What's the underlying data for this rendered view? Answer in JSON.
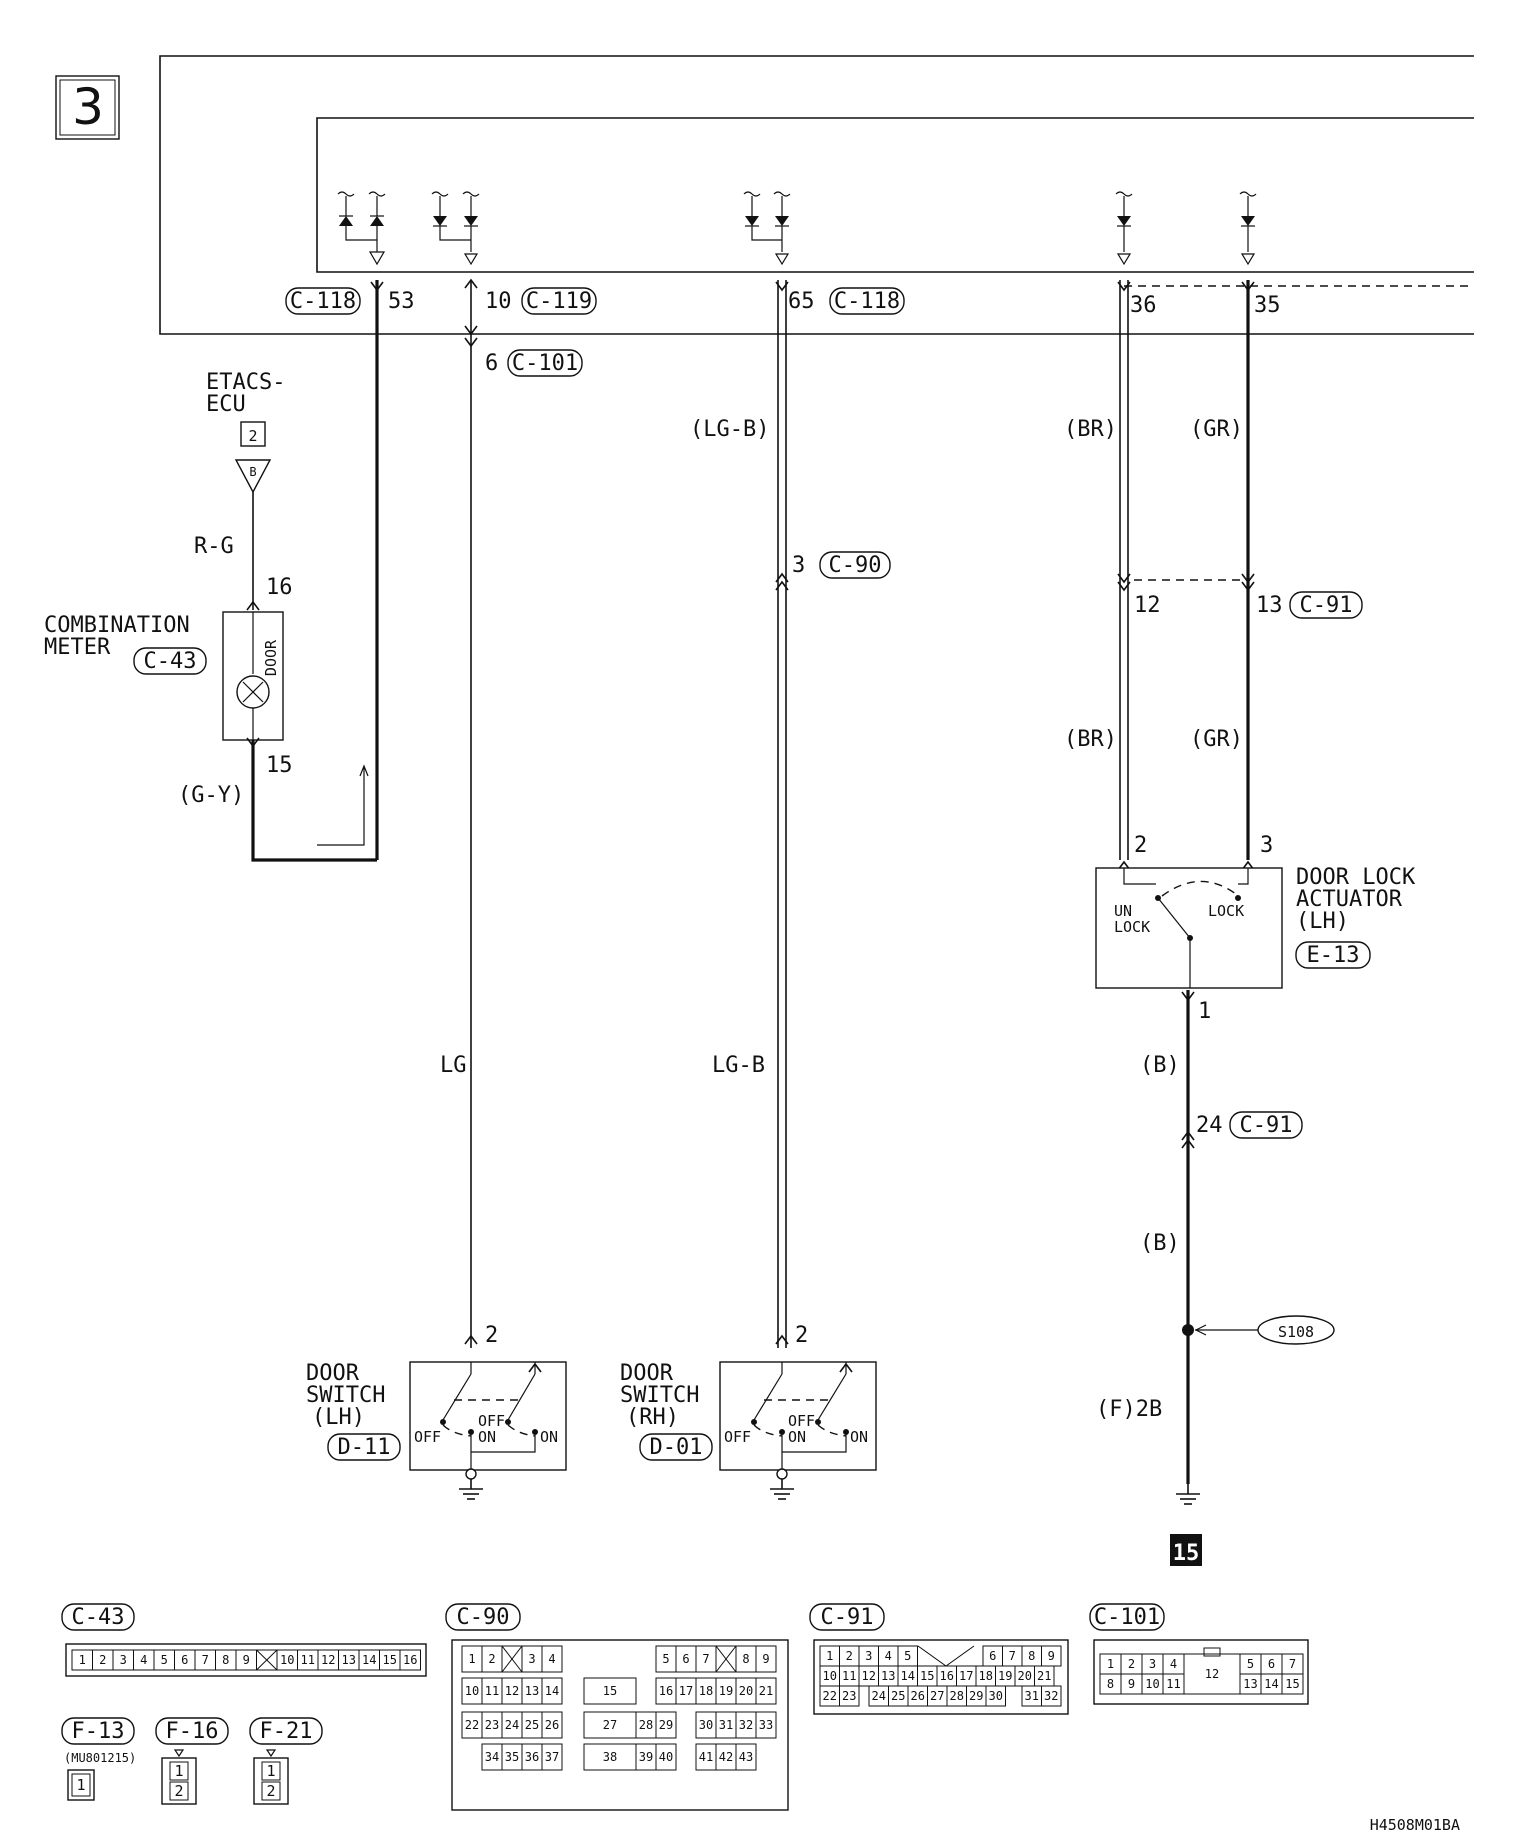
{
  "page_number": "3",
  "diagram_code": "H4508M01BA",
  "ecu_connectors": [
    {
      "id": "c118a",
      "connector": "C-118",
      "pin": "53"
    },
    {
      "id": "c119",
      "connector": "C-119",
      "pin": "10"
    },
    {
      "id": "c118b",
      "connector": "C-118",
      "pin": "65"
    },
    {
      "id": "p36",
      "connector": "",
      "pin": "36"
    },
    {
      "id": "p35",
      "connector": "",
      "pin": "35"
    }
  ],
  "etacs": {
    "label_line1": "ETACS-",
    "label_line2": "ECU",
    "ref_number": "2",
    "terminal": "B"
  },
  "combination_meter": {
    "label_line1": "COMBINATION",
    "label_line2": "METER",
    "connector": "C-43",
    "pin_top": "16",
    "pin_bottom": "15",
    "lamp": "DOOR",
    "wire_top": "R-G",
    "wire_bottom": "(G-Y)"
  },
  "wires": {
    "lg": "LG",
    "lgb_top": "(LG-B)",
    "lgb_bottom": "LG-B",
    "br_top": "(BR)",
    "gr_top": "(GR)",
    "br_mid": "(BR)",
    "gr_mid": "(GR)",
    "b_top": "(B)",
    "b_bottom": "(B)",
    "ground_wire": "(F)2B"
  },
  "intermediate_connectors": {
    "c101": {
      "connector": "C-101",
      "pin": "6"
    },
    "c90": {
      "connector": "C-90",
      "pin": "3"
    },
    "c91_upper": {
      "connector": "C-91",
      "pin_left": "12",
      "pin_right": "13"
    },
    "c91_lower": {
      "connector": "C-91",
      "pin": "24"
    }
  },
  "door_lock_actuator": {
    "label_line1": "DOOR LOCK",
    "label_line2": "ACTUATOR",
    "label_line3": "(LH)",
    "connector": "E-13",
    "pin_left": "2",
    "pin_right": "3",
    "pin_bottom": "1",
    "unlock_line1": "UN",
    "unlock_line2": "LOCK",
    "lock": "LOCK"
  },
  "splice": "S108",
  "ground_ref": "15",
  "door_switch_lh": {
    "label_line1": "DOOR",
    "label_line2": "SWITCH",
    "label_line3": "(LH)",
    "connector": "D-11",
    "pin": "2",
    "off_left": "OFF",
    "off_mid": "OFF",
    "on_mid": "ON",
    "on_right": "ON"
  },
  "door_switch_rh": {
    "label_line1": "DOOR",
    "label_line2": "SWITCH",
    "label_line3": "(RH)",
    "connector": "D-01",
    "pin": "2",
    "off_left": "OFF",
    "off_mid": "OFF",
    "on_mid": "ON",
    "on_right": "ON"
  },
  "connector_views": {
    "c43": {
      "title": "C-43",
      "pins": [
        "1",
        "2",
        "3",
        "4",
        "5",
        "6",
        "7",
        "8",
        "9",
        "10",
        "11",
        "12",
        "13",
        "14",
        "15",
        "16"
      ]
    },
    "c90": {
      "title": "C-90",
      "row1": [
        "1",
        "2",
        "3",
        "4",
        "5",
        "6",
        "7",
        "8",
        "9"
      ],
      "row2": [
        "10",
        "11",
        "12",
        "13",
        "14",
        "15",
        "16",
        "17",
        "18",
        "19",
        "20",
        "21"
      ],
      "row3": [
        "22",
        "23",
        "24",
        "25",
        "26",
        "27",
        "28",
        "29",
        "30",
        "31",
        "32",
        "33"
      ],
      "row4": [
        "34",
        "35",
        "36",
        "37",
        "38",
        "39",
        "40",
        "41",
        "42",
        "43"
      ]
    },
    "c91": {
      "title": "C-91",
      "row1": [
        "1",
        "2",
        "3",
        "4",
        "5",
        "6",
        "7",
        "8",
        "9"
      ],
      "row2": [
        "10",
        "11",
        "12",
        "13",
        "14",
        "15",
        "16",
        "17",
        "18",
        "19",
        "20",
        "21"
      ],
      "row3": [
        "22",
        "23",
        "24",
        "25",
        "26",
        "27",
        "28",
        "29",
        "30",
        "31",
        "32"
      ]
    },
    "c101": {
      "title": "C-101",
      "row1": [
        "1",
        "2",
        "3",
        "4",
        "5",
        "6",
        "7"
      ],
      "row2": [
        "8",
        "9",
        "10",
        "11",
        "12",
        "13",
        "14",
        "15"
      ]
    },
    "f13": {
      "title": "F-13",
      "part": "(MU801215)",
      "pin": "1"
    },
    "f16": {
      "title": "F-16",
      "pins": [
        "1",
        "2"
      ]
    },
    "f21": {
      "title": "F-21",
      "pins": [
        "1",
        "2"
      ]
    }
  }
}
